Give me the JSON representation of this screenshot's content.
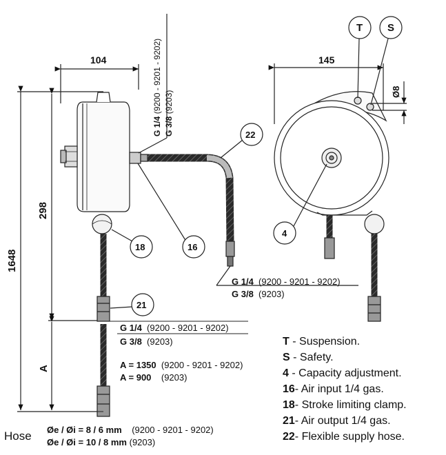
{
  "dims": {
    "width_side": "104",
    "width_front": "145",
    "total_height": "1648",
    "body_height": "298",
    "hole_diameter": "Ø8",
    "stroke_label": "A"
  },
  "callouts": {
    "t": "T",
    "s": "S",
    "n4": "4",
    "n16": "16",
    "n18": "18",
    "n21": "21",
    "n22": "22"
  },
  "thread_vertical": {
    "g14": "G 1/4",
    "g14_models": "(9200 - 9201 - 9202)",
    "g38": "G 3/8",
    "g38_models": "(9203)"
  },
  "thread_hose_end": {
    "g14": "G 1/4",
    "g14_models": "(9200 - 9201 - 9202)",
    "g38": "G 3/8",
    "g38_models": "(9203)"
  },
  "thread_output": {
    "g14": "G 1/4",
    "g14_models": "(9200 - 9201 - 9202)",
    "g38": "G 3/8",
    "g38_models": "(9203)"
  },
  "stroke": {
    "a1_label": "A = 1350",
    "a1_models": "(9200 - 9201 - 9202)",
    "a2_label": "A = 900",
    "a2_models": "(9203)"
  },
  "hose": {
    "title": "Hose",
    "d1_label": "Øe / Øi = 8 / 6 mm",
    "d1_models": "(9200 - 9201 - 9202)",
    "d2_label": "Øe / Øi = 10 / 8 mm",
    "d2_models": "(9203)"
  },
  "legend": [
    {
      "key": "T",
      "sep": "-",
      "text": "Suspension."
    },
    {
      "key": "S",
      "sep": "-",
      "text": "Safety."
    },
    {
      "key": "4",
      "sep": "-",
      "text": "Capacity adjustment."
    },
    {
      "key": "16",
      "sep": "-",
      "text": "Air input 1/4 gas."
    },
    {
      "key": "18",
      "sep": "-",
      "text": "Stroke limiting clamp."
    },
    {
      "key": "21",
      "sep": "-",
      "text": "Air output 1/4 gas."
    },
    {
      "key": "22",
      "sep": "-",
      "text": "Flexible supply hose."
    }
  ]
}
